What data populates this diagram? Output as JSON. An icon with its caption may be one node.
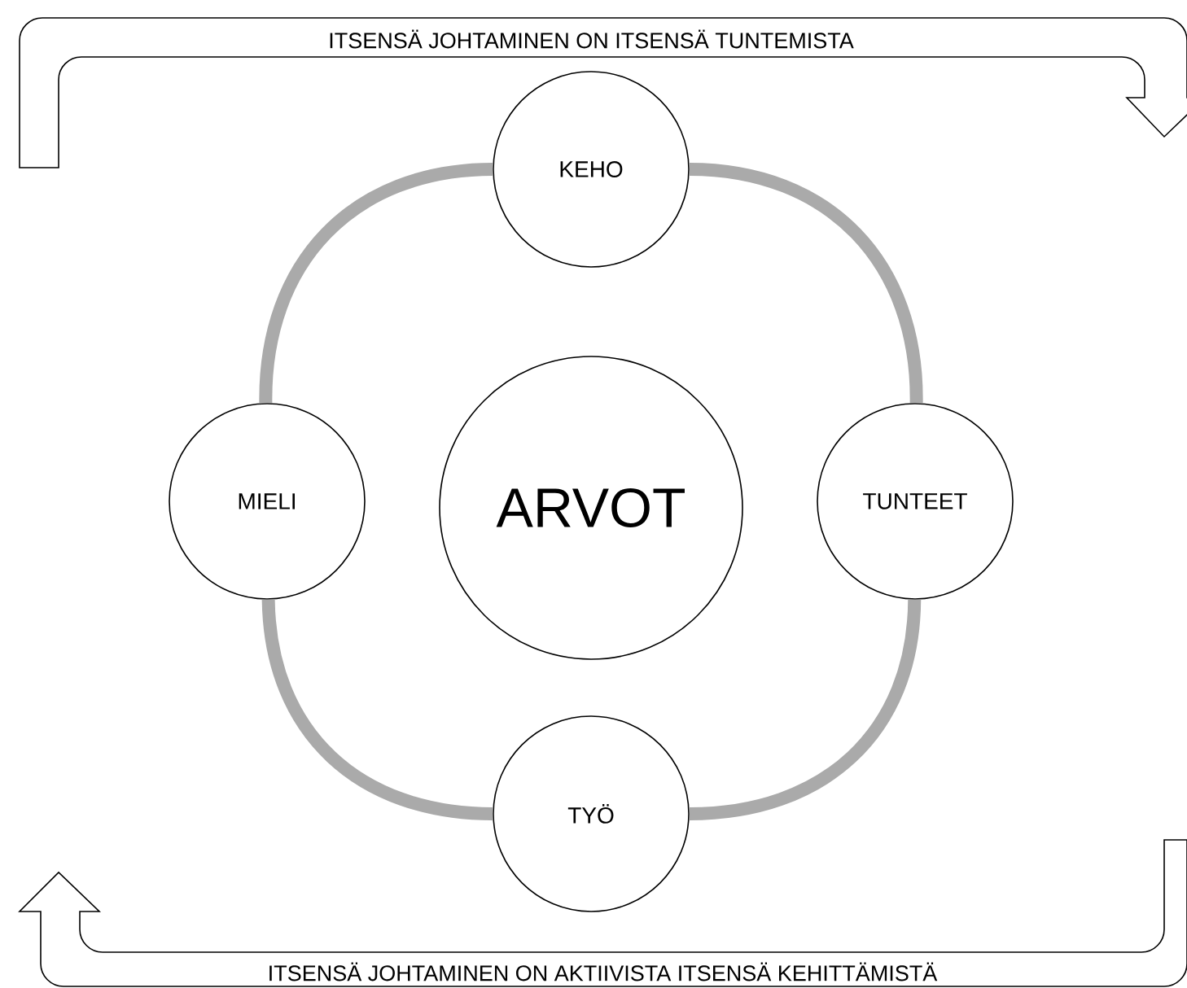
{
  "diagram": {
    "nodes": [
      {
        "text": [
          "ITSENSÄ JOHTAMINEN ON ITSENSÄ TUNTEMISTA"
        ]
      },
      {
        "text": [
          "KEHO"
        ]
      },
      {
        "text": [
          "MIELI"
        ]
      },
      {
        "text": [
          "ARVOT"
        ]
      },
      {
        "text": [
          "TUNTEET"
        ]
      },
      {
        "text": [
          "TYÖ"
        ]
      },
      {
        "text": [
          "ITSENSÄ JOHTAMINEN ON AKTIIVISTA ITSENSÄ KEHITTÄMISTÄ"
        ]
      }
    ],
    "edges": [
      {
        "from": 1,
        "to": 4,
        "arrow": "none"
      },
      {
        "from": 4,
        "to": 5,
        "arrow": "none"
      },
      {
        "from": 5,
        "to": 2,
        "arrow": "none"
      },
      {
        "from": 2,
        "to": 1,
        "arrow": "none"
      }
    ]
  }
}
